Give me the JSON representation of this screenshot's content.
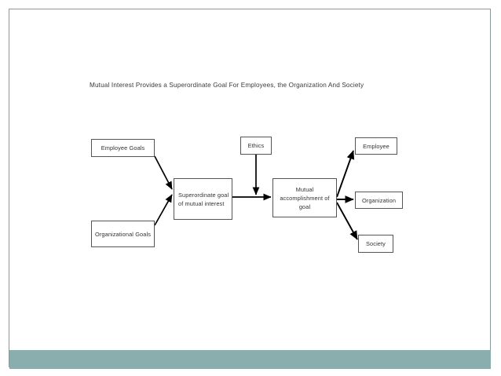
{
  "slide": {
    "title": "Mutual Interest Provides a Superordinate Goal For Employees, the Organization And Society",
    "background_color": "#ffffff",
    "frame_color": "#8a9a9a",
    "footer_band_color": "#8aaeae"
  },
  "diagram": {
    "type": "flowchart",
    "box_border_color": "#555555",
    "box_fill_color": "#ffffff",
    "text_color": "#333333",
    "arrow_color": "#000000",
    "nodes": [
      {
        "id": "employee-goals",
        "label": "Employee Goals"
      },
      {
        "id": "organizational-goals",
        "label": "Organizational Goals"
      },
      {
        "id": "superordinate",
        "label": "Superordinate goal  of  mutual interest"
      },
      {
        "id": "ethics",
        "label": "Ethics"
      },
      {
        "id": "mutual",
        "label": "Mutual accomplishment of goal"
      },
      {
        "id": "employee",
        "label": "Employee"
      },
      {
        "id": "organization",
        "label": "Organization"
      },
      {
        "id": "society",
        "label": "Society"
      }
    ],
    "edges": [
      {
        "from": "employee-goals",
        "to": "superordinate"
      },
      {
        "from": "organizational-goals",
        "to": "superordinate"
      },
      {
        "from": "superordinate",
        "to": "mutual"
      },
      {
        "from": "ethics",
        "to": "mutual"
      },
      {
        "from": "mutual",
        "to": "employee"
      },
      {
        "from": "mutual",
        "to": "organization"
      },
      {
        "from": "mutual",
        "to": "society"
      }
    ]
  }
}
